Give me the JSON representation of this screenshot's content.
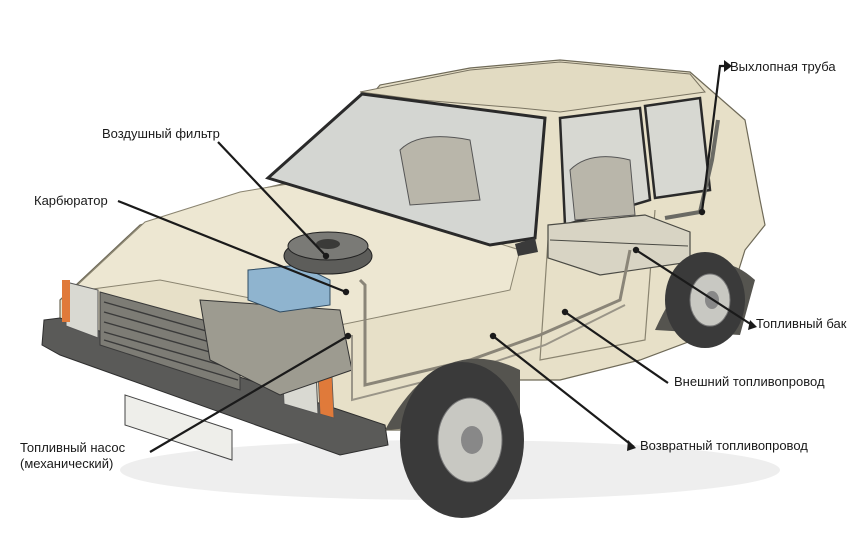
{
  "labels": {
    "air_filter": "Воздушный фильтр",
    "carburetor": "Карбюратор",
    "fuel_pump_line1": "Топливный насос",
    "fuel_pump_line2": "(механический)",
    "exhaust_pipe": "Выхлопная труба",
    "fuel_tank": "Топливный бак",
    "supply_fuel_line": "Внешний топливопровод",
    "return_fuel_line": "Возвратный топливопровод"
  },
  "colors": {
    "body_paint": "#e7e0c8",
    "body_shadow": "#c9c1a6",
    "bumper": "#5a5a58",
    "tyre": "#3a3a3a",
    "engine_blue": "#8fb4cf",
    "leader_line": "#1a1a1a",
    "indicator": "#e07a3a"
  }
}
